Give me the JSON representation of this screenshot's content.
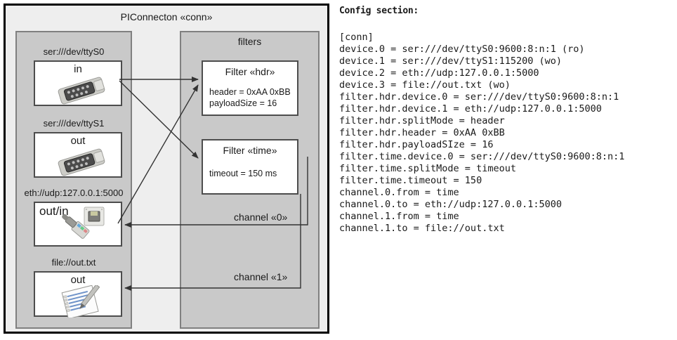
{
  "diagram": {
    "title": "PIConnecton «conn»",
    "devices_panel": {
      "title": ""
    },
    "filters_panel": {
      "title": "filters"
    },
    "devices": [
      {
        "caption": "ser:///dev/ttyS0",
        "label": "in",
        "icon": "serial-port-icon"
      },
      {
        "caption": "ser:///dev/ttyS1",
        "label": "out",
        "icon": "serial-port-icon"
      },
      {
        "caption": "eth://udp:127.0.0.1:5000",
        "label": "out/in",
        "icon": "ethernet-jack-icon"
      },
      {
        "caption": "file://out.txt",
        "label": "out",
        "icon": "document-pen-icon"
      }
    ],
    "filters": [
      {
        "title": "Filter «hdr»",
        "attrs": [
          "header = 0xAA 0xBB",
          "payloadSize = 16"
        ]
      },
      {
        "title": "Filter «time»",
        "attrs": [
          "timeout = 150 ms"
        ]
      }
    ],
    "channels": [
      {
        "label": "channel «0»"
      },
      {
        "label": "channel «1»"
      }
    ]
  },
  "config": {
    "title": "Config section:",
    "lines": [
      "[conn]",
      "device.0 = ser:///dev/ttyS0:9600:8:n:1 (ro)",
      "device.1 = ser:///dev/ttyS1:115200 (wo)",
      "device.2 = eth://udp:127.0.0.1:5000",
      "device.3 = file://out.txt (wo)",
      "filter.hdr.device.0 = ser:///dev/ttyS0:9600:8:n:1",
      "filter.hdr.device.1 = eth://udp:127.0.0.1:5000",
      "filter.hdr.splitMode = header",
      "filter.hdr.header = 0xAA 0xBB",
      "filter.hdr.payloadSIze = 16",
      "filter.time.device.0 = ser:///dev/ttyS0:9600:8:n:1",
      "filter.time.splitMode = timeout",
      "filter.time.timeout = 150",
      "channel.0.from = time",
      "channel.0.to = eth://udp:127.0.0.1:5000",
      "channel.1.from = time",
      "channel.1.to = file://out.txt"
    ]
  },
  "colors": {
    "frame_bg": "#eeeeee",
    "panel_bg": "#c9c9c9",
    "node_bg": "#ffffff",
    "border": "#4d4d4d",
    "wire": "#333333"
  }
}
